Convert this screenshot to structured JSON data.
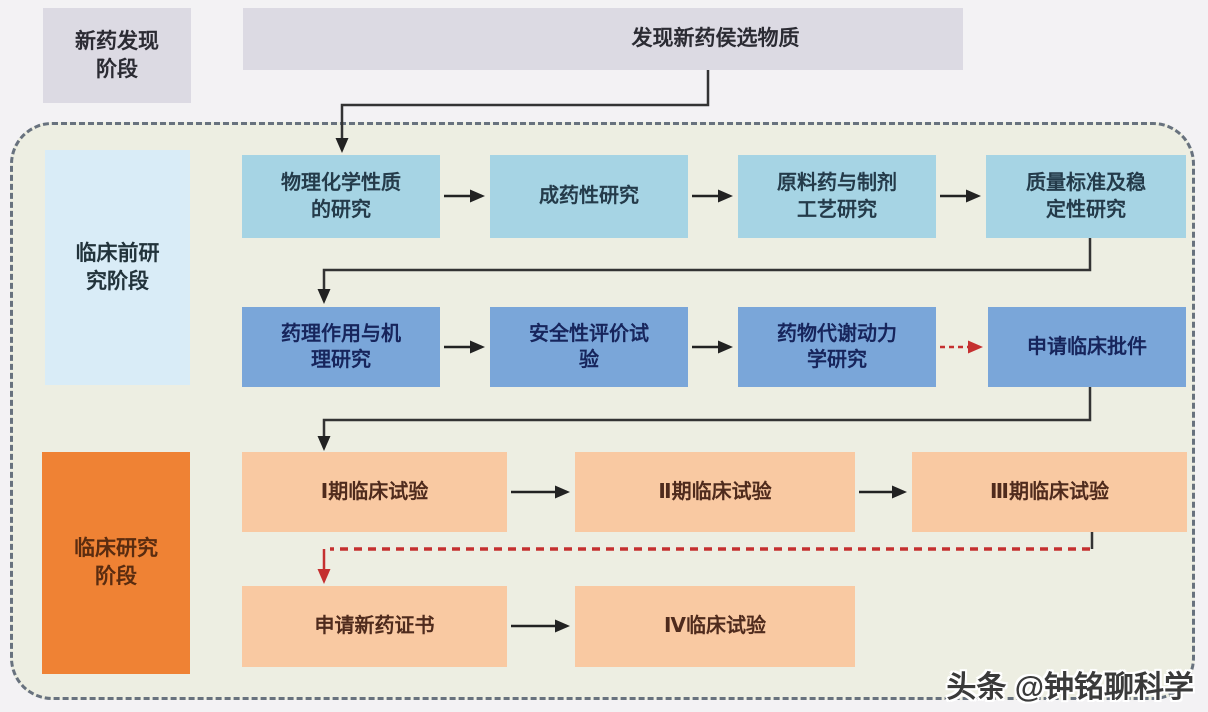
{
  "colors": {
    "page_bg": "#f3f2f4",
    "container_bg": "#edeee2",
    "container_border": "#68727e",
    "lavender_box": "#dcdae3",
    "lightblue_node": "#a6d4e4",
    "blue_node": "#7aa6d9",
    "preclinical_label_bg": "#d9ecf7",
    "clinical_label_bg": "#ef8234",
    "peach_node": "#f9c9a2",
    "arrow_black": "#222222",
    "arrow_red": "#c53030"
  },
  "discovery": {
    "stage_label": "新药发现\n阶段",
    "banner": "发现新药侯选物质"
  },
  "preclinical": {
    "stage_label": "临床前研\n究阶段",
    "row1": [
      "物理化学性质\n的研究",
      "成药性研究",
      "原料药与制剂\n工艺研究",
      "质量标准及稳\n定性研究"
    ],
    "row2": [
      "药理作用与机\n理研究",
      "安全性评价试\n验",
      "药物代谢动力\n学研究",
      "申请临床批件"
    ]
  },
  "clinical": {
    "stage_label": "临床研究\n阶段",
    "row3": [
      "Ⅰ期临床试验",
      "Ⅱ期临床试验",
      "Ⅲ期临床试验"
    ],
    "row4": [
      "申请新药证书",
      "Ⅳ临床试验"
    ]
  },
  "watermark": "头条 @钟铭聊科学"
}
